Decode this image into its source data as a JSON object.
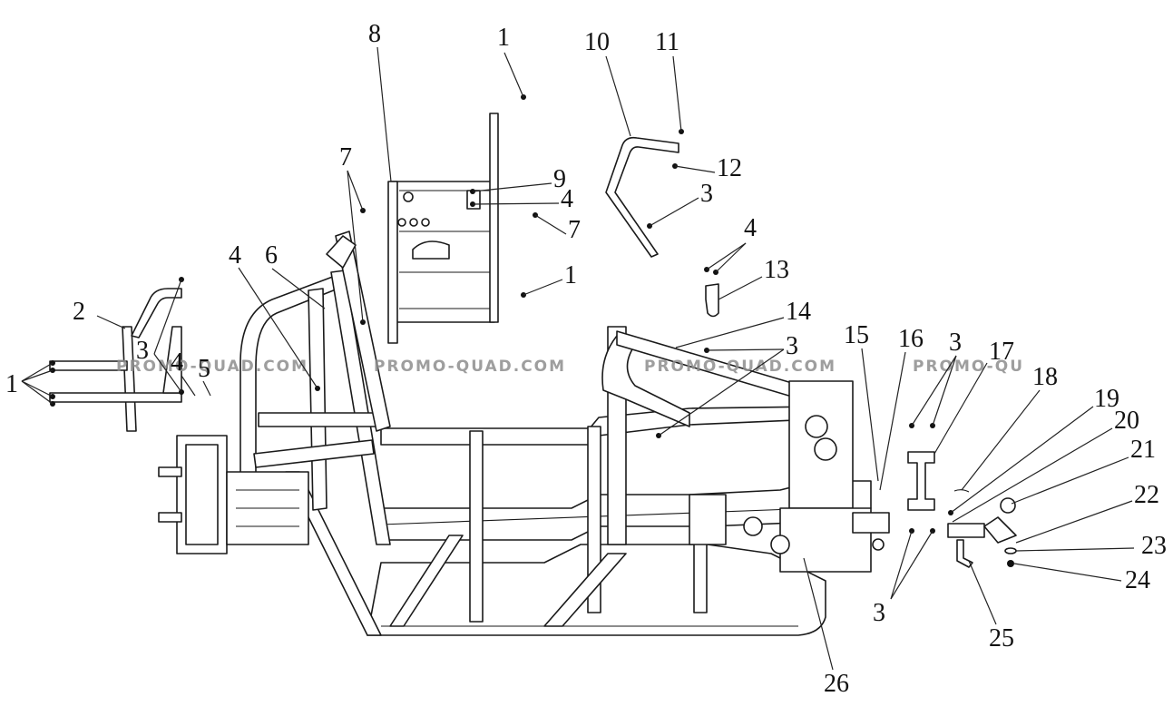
{
  "diagram": {
    "title": "Frame exploded parts view",
    "watermark_text": "PROMO-QUAD.COM",
    "watermark_truncated_text": "PROMO-QU",
    "callouts": [
      {
        "id": "c1a",
        "label": "1"
      },
      {
        "id": "c2",
        "label": "2"
      },
      {
        "id": "c3a",
        "label": "3"
      },
      {
        "id": "c4a",
        "label": "4"
      },
      {
        "id": "c5",
        "label": "5"
      },
      {
        "id": "c4b",
        "label": "4"
      },
      {
        "id": "c6",
        "label": "6"
      },
      {
        "id": "c7a",
        "label": "7"
      },
      {
        "id": "c8",
        "label": "8"
      },
      {
        "id": "c1b",
        "label": "1"
      },
      {
        "id": "c9",
        "label": "9"
      },
      {
        "id": "c4c",
        "label": "4"
      },
      {
        "id": "c7b",
        "label": "7"
      },
      {
        "id": "c1c",
        "label": "1"
      },
      {
        "id": "c10",
        "label": "10"
      },
      {
        "id": "c11",
        "label": "11"
      },
      {
        "id": "c12",
        "label": "12"
      },
      {
        "id": "c3b",
        "label": "3"
      },
      {
        "id": "c4d",
        "label": "4"
      },
      {
        "id": "c13",
        "label": "13"
      },
      {
        "id": "c14",
        "label": "14"
      },
      {
        "id": "c3c",
        "label": "3"
      },
      {
        "id": "c15",
        "label": "15"
      },
      {
        "id": "c16",
        "label": "16"
      },
      {
        "id": "c3d",
        "label": "3"
      },
      {
        "id": "c17",
        "label": "17"
      },
      {
        "id": "c18",
        "label": "18"
      },
      {
        "id": "c19",
        "label": "19"
      },
      {
        "id": "c20",
        "label": "20"
      },
      {
        "id": "c21",
        "label": "21"
      },
      {
        "id": "c22",
        "label": "22"
      },
      {
        "id": "c23",
        "label": "23"
      },
      {
        "id": "c24",
        "label": "24"
      },
      {
        "id": "c3e",
        "label": "3"
      },
      {
        "id": "c25",
        "label": "25"
      },
      {
        "id": "c26",
        "label": "26"
      }
    ]
  }
}
